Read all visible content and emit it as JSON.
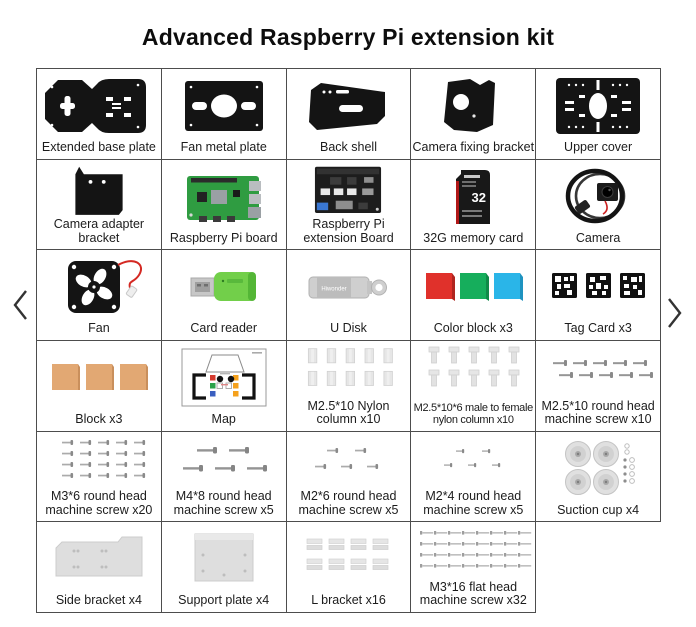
{
  "title": "Advanced Raspberry Pi extension kit",
  "icons": {
    "prev": "chevron-left",
    "next": "chevron-right"
  },
  "colors": {
    "color_blocks": [
      "#e0312b",
      "#16ae5c",
      "#2ab5e8"
    ],
    "wood_block": "#e2a873",
    "wire_red": "#d42822",
    "pcb_green": "#2f9c41"
  },
  "grid": {
    "cells": [
      {
        "label": "Extended base plate"
      },
      {
        "label": "Fan metal plate"
      },
      {
        "label": "Back shell"
      },
      {
        "label": "Camera fixing bracket"
      },
      {
        "label": "Upper cover"
      },
      {
        "label": "Camera adapter bracket"
      },
      {
        "label": "Raspberry Pi board"
      },
      {
        "label": "Raspberry Pi extension Board"
      },
      {
        "label": "32G memory card",
        "chip_text": "32"
      },
      {
        "label": "Camera"
      },
      {
        "label": "Fan"
      },
      {
        "label": "Card reader"
      },
      {
        "label": "U Disk",
        "brand_text": "Hiwonder"
      },
      {
        "label": "Color block x3"
      },
      {
        "label": "Tag Card x3"
      },
      {
        "label": "Block x3"
      },
      {
        "label": "Map"
      },
      {
        "label": "M2.5*10 Nylon column x10"
      },
      {
        "label": "M2.5*10*6 male to female nylon column x10"
      },
      {
        "label": "M2.5*10 round head machine screw x10"
      },
      {
        "label": "M3*6 round head machine screw x20"
      },
      {
        "label": "M4*8 round head machine screw x5"
      },
      {
        "label": "M2*6 round head machine screw x5"
      },
      {
        "label": "M2*4 round head machine screw x5"
      },
      {
        "label": "Suction cup x4"
      },
      {
        "label": "Side bracket x4"
      },
      {
        "label": "Support plate x4"
      },
      {
        "label": "L bracket x16"
      },
      {
        "label": "M3*16 flat head machine screw x32"
      }
    ]
  }
}
